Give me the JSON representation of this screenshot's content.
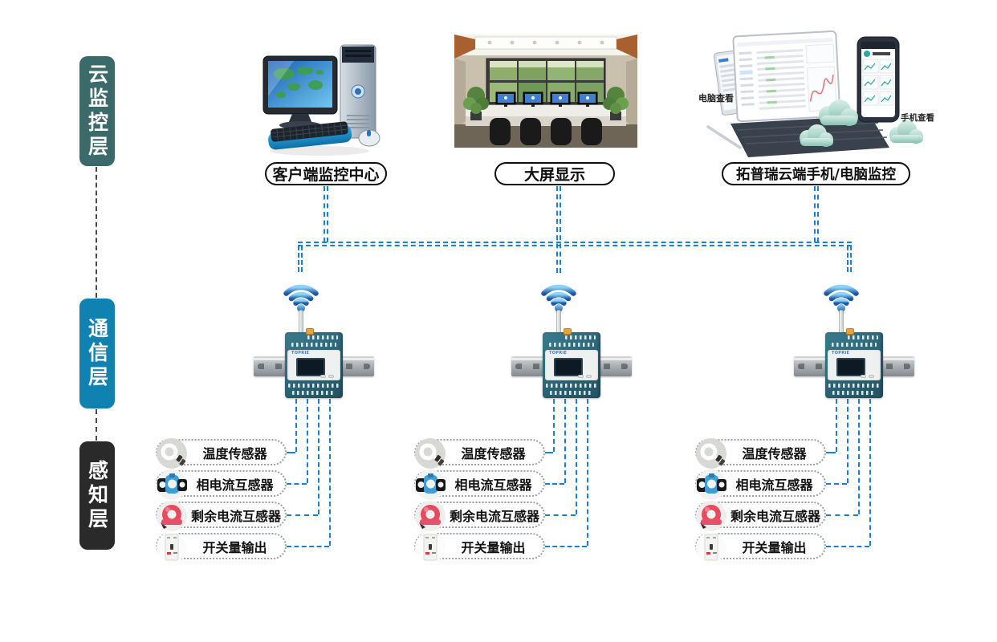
{
  "layers": [
    {
      "label": "云监控层",
      "color": "#3b6a6a"
    },
    {
      "label": "通信层",
      "color": "#0f82b2"
    },
    {
      "label": "感知层",
      "color": "#2b2a2a"
    }
  ],
  "cloud_layer_nodes": [
    {
      "label": "客户端监控中心"
    },
    {
      "label": "大屏显示"
    },
    {
      "label": "拓普瑞云端手机/电脑监控",
      "annotation_left": "电脑查看",
      "annotation_right": "手机查看"
    }
  ],
  "gateway": {
    "brand": "TOPRIE"
  },
  "perception_layer_sensors": [
    {
      "label": "温度传感器",
      "icon": "temperature-probe-icon"
    },
    {
      "label": "相电流互感器",
      "icon": "current-clamp-ct-icon"
    },
    {
      "label": "剩余电流互感器",
      "icon": "residual-current-ct-icon"
    },
    {
      "label": "开关量输出",
      "icon": "circuit-breaker-icon"
    }
  ],
  "colors": {
    "connection_blue": "#1a7fd8",
    "layer_link_gray": "#4a4a4a",
    "cloud_layer_box": "#3b6a6a",
    "comm_layer_box": "#0f82b2",
    "perception_layer_box": "#2b2a2a"
  }
}
